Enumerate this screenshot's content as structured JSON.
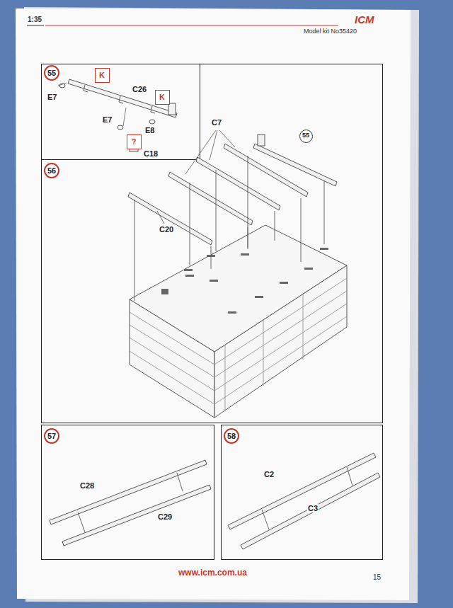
{
  "diagram": {
    "nodes": [
      {
        "text": [
          "55"
        ]
      },
      {
        "text": [
          "K"
        ]
      },
      {
        "text": [
          "K"
        ]
      },
      {
        "text": [
          "?"
        ]
      },
      {
        "text": [
          "56"
        ]
      },
      {
        "text": [
          "55"
        ]
      },
      {
        "text": [
          "57"
        ]
      },
      {
        "text": [
          "58"
        ]
      }
    ],
    "labels": [
      "1:35",
      "Model kit No35420",
      "ICM",
      "E7",
      "C26",
      "E7",
      "E8",
      "C18",
      "C7",
      "C20",
      "C28",
      "C29",
      "C2",
      "C3",
      "www.icm.com.ua",
      "15"
    ]
  }
}
